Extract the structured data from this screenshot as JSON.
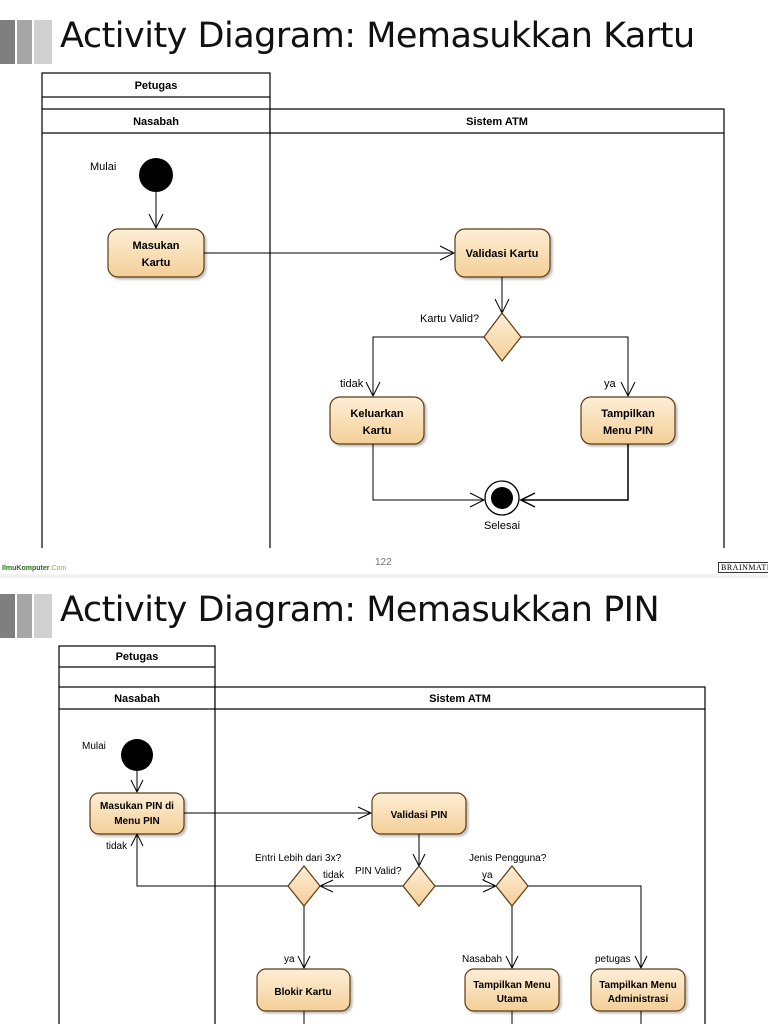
{
  "colors": {
    "tab_dark": "#7f7f7f",
    "tab_mid": "#a6a6a6",
    "tab_light": "#d0d0d0",
    "activity_fill": "#f9dcb0",
    "activity_stroke": "#5c3b12",
    "footer_brand": "#2a6a1a"
  },
  "slide1": {
    "title": "Activity Diagram: Memasukkan Kartu",
    "lanes": {
      "petugas": "Petugas",
      "nasabah": "Nasabah",
      "sistem": "Sistem ATM"
    },
    "start_label": "Mulai",
    "activities": {
      "masukan_kartu": [
        "Masukan",
        "Kartu"
      ],
      "validasi_kartu": "Validasi Kartu",
      "keluarkan_kartu": [
        "Keluarkan",
        "Kartu"
      ],
      "tampilkan_menu_pin": [
        "Tampilkan",
        "Menu PIN"
      ]
    },
    "decision_label": "Kartu Valid?",
    "guard_no": "tidak",
    "guard_yes": "ya",
    "end_label": "Selesai",
    "footer": {
      "brand": "IlmuKomputer",
      "brand_suffix": ".Com",
      "page": "122",
      "right_logo": "BRAINMATICS"
    },
    "decorative_icons": [
      "title-tab-icon"
    ]
  },
  "slide2": {
    "title": "Activity Diagram: Memasukkan PIN",
    "lanes": {
      "petugas": "Petugas",
      "nasabah": "Nasabah",
      "sistem": "Sistem ATM"
    },
    "start_label": "Mulai",
    "activities": {
      "masukan_pin": [
        "Masukan PIN di",
        "Menu PIN"
      ],
      "validasi_pin": "Validasi PIN",
      "blokir_kartu": "Blokir Kartu",
      "tampilkan_menu_utama": [
        "Tampilkan Menu",
        "Utama"
      ],
      "tampilkan_menu_admin": [
        "Tampilkan Menu",
        "Administrasi"
      ]
    },
    "decisions": {
      "entri": "Entri Lebih dari 3x?",
      "pin_valid": "PIN Valid?",
      "jenis_pengguna": "Jenis Pengguna?"
    },
    "guards": {
      "tidak_left": "tidak",
      "tidak_mid": "tidak",
      "ya_blokir": "ya",
      "ya_jenis": "ya",
      "nasabah": "Nasabah",
      "petugas": "petugas"
    }
  }
}
